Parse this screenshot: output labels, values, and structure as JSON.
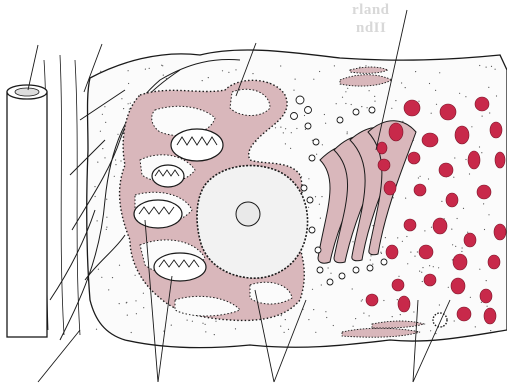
{
  "faint_text": [
    "rland",
    "ndII"
  ],
  "palette": {
    "membrane": "#d9b7bb",
    "granule": "#c8294a",
    "outline": "#1a1a1a",
    "nucleus": "#f2f2f2"
  },
  "parts": [
    "capillary",
    "connective-tissue-fibers",
    "cell-membrane",
    "rough-endoplasmic-reticulum",
    "mitochondria",
    "nucleus",
    "nucleolus",
    "golgi-apparatus",
    "secretory-granules",
    "lysosome"
  ]
}
